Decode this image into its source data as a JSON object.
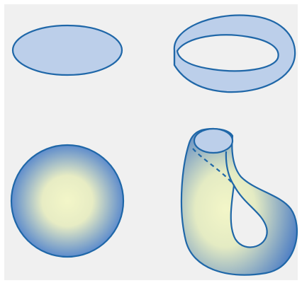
{
  "figure": {
    "panel_count": 4,
    "colors": {
      "background": "#f0f0f0",
      "fill_flat": "#bccfea",
      "stroke": "#1f67a8",
      "gradient_center": "#f3f6c8",
      "gradient_edge": "#5e8ccc"
    },
    "panels": [
      {
        "shape": "disk"
      },
      {
        "shape": "mobius-strip"
      },
      {
        "shape": "sphere"
      },
      {
        "shape": "klein-bottle"
      }
    ]
  }
}
